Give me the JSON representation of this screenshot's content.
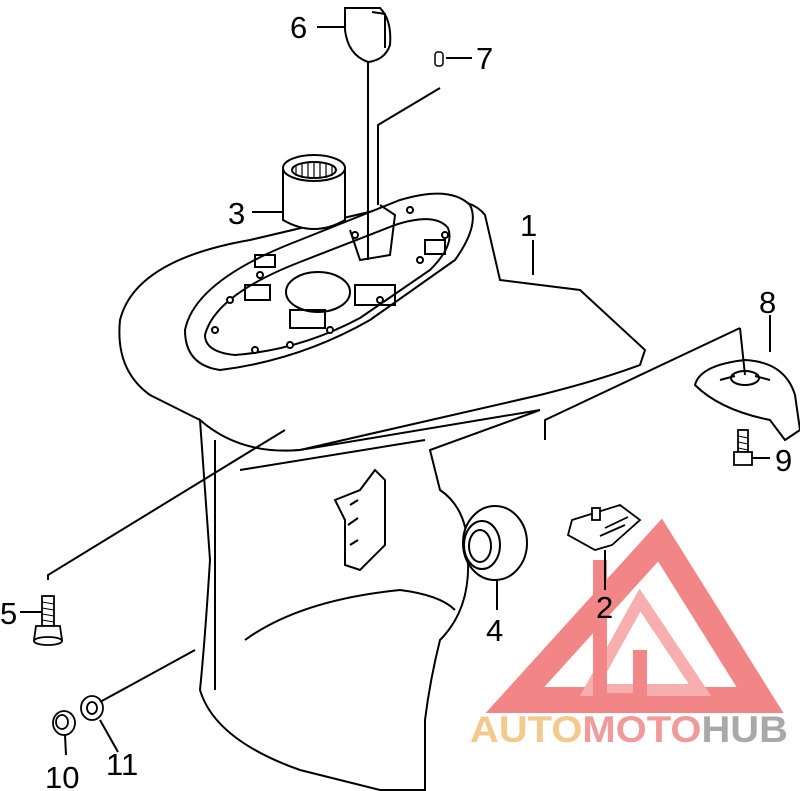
{
  "diagram": {
    "callouts": [
      {
        "id": "1",
        "label": "1"
      },
      {
        "id": "2",
        "label": "2"
      },
      {
        "id": "3",
        "label": "3"
      },
      {
        "id": "4",
        "label": "4"
      },
      {
        "id": "5",
        "label": "5"
      },
      {
        "id": "6",
        "label": "6"
      },
      {
        "id": "7",
        "label": "7"
      },
      {
        "id": "8",
        "label": "8"
      },
      {
        "id": "9",
        "label": "9"
      },
      {
        "id": "10",
        "label": "10"
      },
      {
        "id": "11",
        "label": "11"
      }
    ]
  },
  "watermark": {
    "text": "AUTOMOTOHUB",
    "segments": [
      {
        "text": "AUTO",
        "color": "#f4c98c"
      },
      {
        "text": "MOTO",
        "color": "#f19a9a"
      },
      {
        "text": "HUB",
        "color": "#a9a9a9"
      }
    ],
    "logo_colors": {
      "triangle": "#f07070",
      "inner": "#f5a0a0"
    }
  },
  "colors": {
    "line": "#000000",
    "background": "#ffffff"
  }
}
